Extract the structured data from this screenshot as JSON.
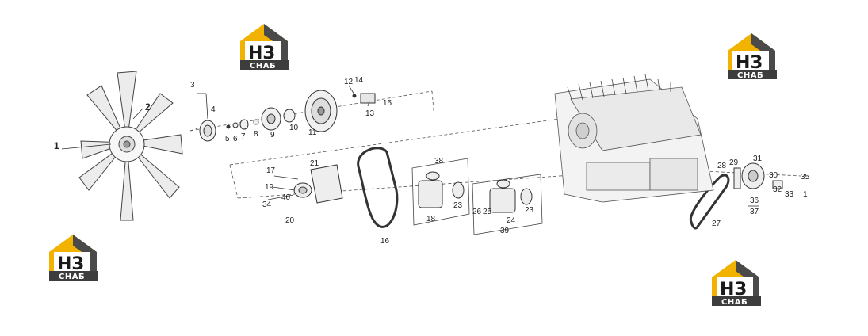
{
  "logo": {
    "letters": "НЗ",
    "caption": "СНАБ",
    "gold": "#f2b300",
    "dark": "#4a4a4a"
  },
  "callouts": [
    {
      "id": "c1",
      "text": "1"
    },
    {
      "id": "c2",
      "text": "2"
    },
    {
      "id": "c3",
      "text": "3"
    },
    {
      "id": "c4",
      "text": "4"
    },
    {
      "id": "c5",
      "text": "5"
    },
    {
      "id": "c6",
      "text": "6"
    },
    {
      "id": "c7",
      "text": "7"
    },
    {
      "id": "c8",
      "text": "8"
    },
    {
      "id": "c9",
      "text": "9"
    },
    {
      "id": "c10",
      "text": "10"
    },
    {
      "id": "c11",
      "text": "11"
    },
    {
      "id": "c12",
      "text": "12"
    },
    {
      "id": "c13",
      "text": "13"
    },
    {
      "id": "c14",
      "text": "14"
    },
    {
      "id": "c15",
      "text": "15"
    },
    {
      "id": "c16",
      "text": "16"
    },
    {
      "id": "c17",
      "text": "17"
    },
    {
      "id": "c18",
      "text": "18"
    },
    {
      "id": "c19",
      "text": "19"
    },
    {
      "id": "c20",
      "text": "20"
    },
    {
      "id": "c21",
      "text": "21"
    },
    {
      "id": "c23a",
      "text": "23"
    },
    {
      "id": "c23b",
      "text": "23"
    },
    {
      "id": "c24",
      "text": "24"
    },
    {
      "id": "c25",
      "text": "25"
    },
    {
      "id": "c26",
      "text": "26"
    },
    {
      "id": "c27",
      "text": "27"
    },
    {
      "id": "c28",
      "text": "28"
    },
    {
      "id": "c29",
      "text": "29"
    },
    {
      "id": "c30",
      "text": "30"
    },
    {
      "id": "c31",
      "text": "31"
    },
    {
      "id": "c32",
      "text": "32"
    },
    {
      "id": "c33",
      "text": "33"
    },
    {
      "id": "c34",
      "text": "34"
    },
    {
      "id": "c35",
      "text": "35"
    },
    {
      "id": "c36",
      "text": "36"
    },
    {
      "id": "c37",
      "text": "37"
    },
    {
      "id": "c38",
      "text": "38"
    },
    {
      "id": "c39",
      "text": "39"
    },
    {
      "id": "c40",
      "text": "40"
    },
    {
      "id": "c1b",
      "text": "1"
    }
  ]
}
